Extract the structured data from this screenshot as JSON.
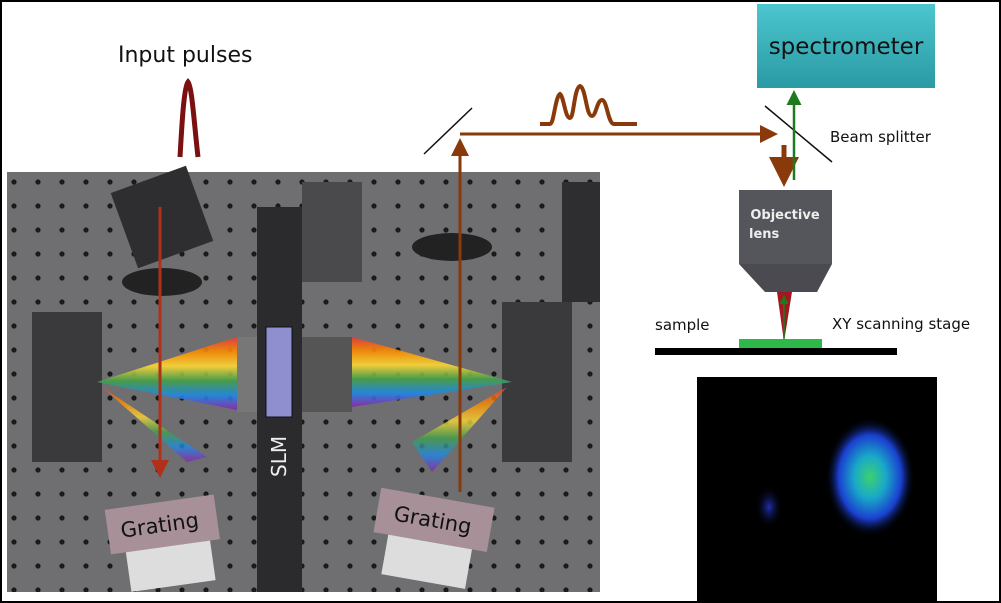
{
  "labels": {
    "input_pulses": "Input pulses",
    "spectrometer": "spectrometer",
    "beam_splitter": "Beam splitter",
    "objective_line1": "Objective",
    "objective_line2": "lens",
    "sample": "sample",
    "xy_stage": "XY scanning stage",
    "slm": "SLM",
    "grating_left": "Grating",
    "grating_right": "Grating"
  },
  "colors": {
    "beam": "#8a3a0a",
    "pulse": "#7a1010",
    "signal": "#1f7a1f",
    "spectrometer": "#35b3bd",
    "objective": "#55555c",
    "stage": "#2eb84a"
  }
}
